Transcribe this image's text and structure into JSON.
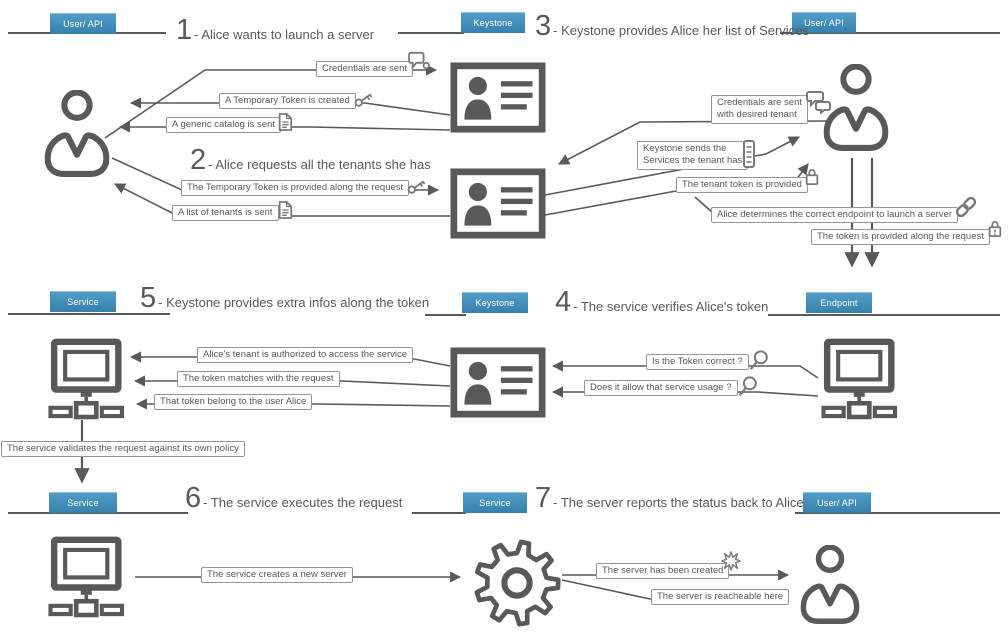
{
  "badges": {
    "row1": [
      "User/ API",
      "Keystone",
      "User/ API"
    ],
    "row2": [
      "Service",
      "Keystone",
      "Endpoint"
    ],
    "row3": [
      "Service",
      "Service",
      "User/ API"
    ]
  },
  "steps": [
    {
      "num": "1",
      "text": "- Alice wants to launch a server"
    },
    {
      "num": "2",
      "text": "- Alice requests all the tenants she has"
    },
    {
      "num": "3",
      "text": "- Keystone provides Alice her list of Services"
    },
    {
      "num": "4",
      "text": "- The service verifies Alice's token"
    },
    {
      "num": "5",
      "text": "- Keystone provides extra infos along the token"
    },
    {
      "num": "6",
      "text": "- The service executes the request"
    },
    {
      "num": "7",
      "text": "- The server reports the status back to Alice"
    }
  ],
  "messages": {
    "credentials_sent": "Credentials are sent",
    "temp_token_created": "A Temporary Token is created",
    "generic_catalog": "A generic catalog is sent",
    "temp_token_provided": "The Temporary Token is provided along the request",
    "tenants_list": "A list of tenants is sent",
    "credentials_tenant_1": "Credentials are sent",
    "credentials_tenant_2": "with desired tenant",
    "keystone_services_1": "Keystone sends the",
    "keystone_services_2": "Services the tenant has",
    "tenant_token": "The tenant token is provided",
    "endpoint_determined": "Alice determines the correct endpoint to launch a server",
    "token_along_request": "The token is provided along the request",
    "tenant_authorized": "Alice's tenant is authorized to access the service",
    "token_matches": "The token matches with the request",
    "token_belongs": "That token belong to the user Alice",
    "is_token_correct": "Is the Token correct ?",
    "service_usage": "Does it allow that service usage ?",
    "validates_policy": "The service validates the request against its own policy",
    "creates_server": "The service creates a new server",
    "server_created": "The server has been created",
    "server_reachable": "The server is reacheable here"
  },
  "icons": {
    "person": "👤",
    "id-card": "🪪",
    "computer": "🖥",
    "gear": "⚙",
    "speech-bubble": "🗨",
    "key": "🔑",
    "document": "📄",
    "list": "📋",
    "lock": "🔒",
    "chain-link": "🔗",
    "magnifier": "🔍",
    "starburst": "✸"
  },
  "colors": {
    "badge_blue": "#3E8CBA",
    "stroke_gray": "#58595B",
    "box_border_gray": "#939598"
  }
}
